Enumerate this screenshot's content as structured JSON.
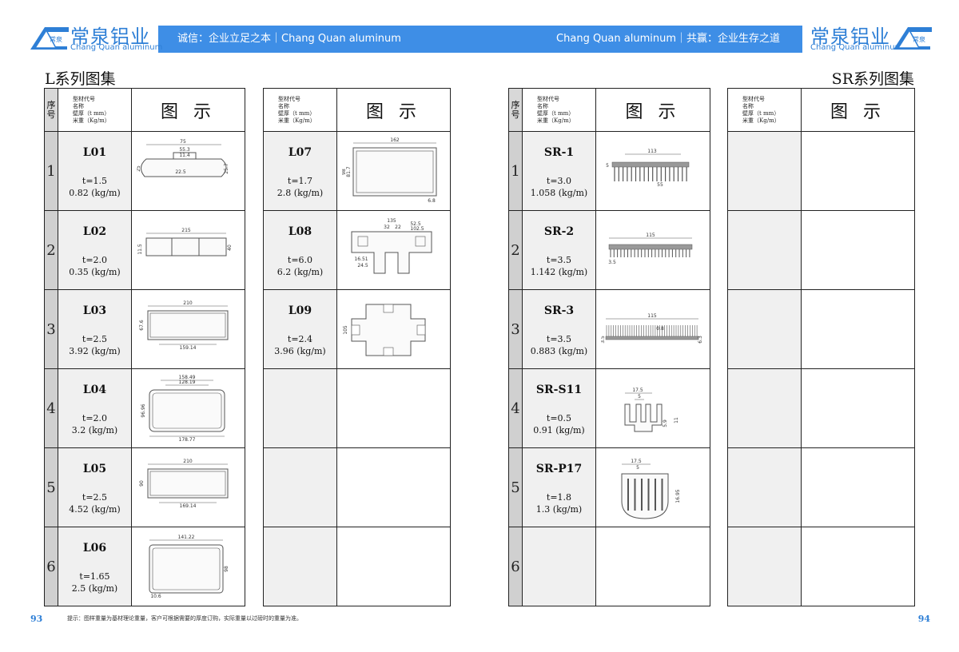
{
  "header": {
    "left_slogan": "诚信：企业立足之本｜Chang Quan aluminum",
    "right_slogan": "Chang Quan aluminum｜共赢：企业生存之道",
    "brand_color": "#3e8ee6"
  },
  "logo_left": {
    "cn": "常泉铝业",
    "en": "Chang Quan aluminum",
    "mark": "常泉"
  },
  "logo_right": {
    "cn": "常泉铝业",
    "en": "Chang Quan aluminum",
    "mark": "常泉"
  },
  "left_page": {
    "title": "L系列图集",
    "page_number": "93"
  },
  "right_page": {
    "title": "SR系列图集",
    "page_number": "94"
  },
  "table_header": {
    "no_label": "序号",
    "info_lines": [
      "型材代号",
      "名称",
      "壁厚（t mm）",
      "米重（Kg/m）"
    ],
    "figure_label": "图 示"
  },
  "row_numbers": [
    "1",
    "2",
    "3",
    "4",
    "5",
    "6"
  ],
  "tables": [
    {
      "items": [
        {
          "code": "L01",
          "t": "t=1.5",
          "w": "0.82 (kg/m)"
        },
        {
          "code": "L02",
          "t": "t=2.0",
          "w": "0.35 (kg/m)"
        },
        {
          "code": "L03",
          "t": "t=2.5",
          "w": "3.92 (kg/m)"
        },
        {
          "code": "L04",
          "t": "t=2.0",
          "w": "3.2 (kg/m)"
        },
        {
          "code": "L05",
          "t": "t=2.5",
          "w": "4.52 (kg/m)"
        },
        {
          "code": "L06",
          "t": "t=1.65",
          "w": "2.5 (kg/m)"
        }
      ]
    },
    {
      "items": [
        {
          "code": "L07",
          "t": "t=1.7",
          "w": "2.8 (kg/m)"
        },
        {
          "code": "L08",
          "t": "t=6.0",
          "w": "6.2 (kg/m)"
        },
        {
          "code": "L09",
          "t": "t=2.4",
          "w": "3.96 (kg/m)"
        },
        {
          "code": "",
          "t": "",
          "w": ""
        },
        {
          "code": "",
          "t": "",
          "w": ""
        },
        {
          "code": "",
          "t": "",
          "w": ""
        }
      ]
    },
    {
      "items": [
        {
          "code": "SR-1",
          "t": "t=3.0",
          "w": "1.058 (kg/m)"
        },
        {
          "code": "SR-2",
          "t": "t=3.5",
          "w": "1.142 (kg/m)"
        },
        {
          "code": "SR-3",
          "t": "t=3.5",
          "w": "0.883 (kg/m)"
        },
        {
          "code": "SR-S11",
          "t": "t=0.5",
          "w": "0.91 (kg/m)"
        },
        {
          "code": "SR-P17",
          "t": "t=1.8",
          "w": "1.3 (kg/m)"
        },
        {
          "code": "",
          "t": "",
          "w": ""
        }
      ]
    },
    {
      "items": [
        {
          "code": "",
          "t": "",
          "w": ""
        },
        {
          "code": "",
          "t": "",
          "w": ""
        },
        {
          "code": "",
          "t": "",
          "w": ""
        },
        {
          "code": "",
          "t": "",
          "w": ""
        },
        {
          "code": "",
          "t": "",
          "w": ""
        },
        {
          "code": "",
          "t": "",
          "w": ""
        }
      ]
    }
  ],
  "drawing_dims": {
    "L01": [
      "75",
      "55.3",
      "11.4",
      "22.5",
      "25",
      "25.7"
    ],
    "L02": [
      "215",
      "11.5",
      "40"
    ],
    "L03": [
      "210",
      "67.6",
      "159.14"
    ],
    "L04": [
      "158.49",
      "128.19",
      "96.96",
      "178.77"
    ],
    "L05": [
      "210",
      "90",
      "169.14"
    ],
    "L06": [
      "141.22",
      "98",
      "10.6"
    ],
    "L07": [
      "162",
      "98",
      "81.7",
      "6.8"
    ],
    "L08": [
      "135",
      "32",
      "22",
      "52.5",
      "102.5",
      "16.51",
      "24.5"
    ],
    "L09": [
      "105"
    ],
    "SR-1": [
      "113",
      "5",
      "55"
    ],
    "SR-2": [
      "115",
      "3.5"
    ],
    "SR-3": [
      "115",
      "0.8",
      "3.5",
      "6.3"
    ],
    "SR-S11": [
      "17.5",
      "5",
      "5.9",
      "11"
    ],
    "SR-P17": [
      "17.5",
      "5",
      "16.95"
    ]
  },
  "footer_note": "提示：图样重量为基材理论重量，客户可根据需要的厚度订购，实际重量以过磅时的重量为准。"
}
